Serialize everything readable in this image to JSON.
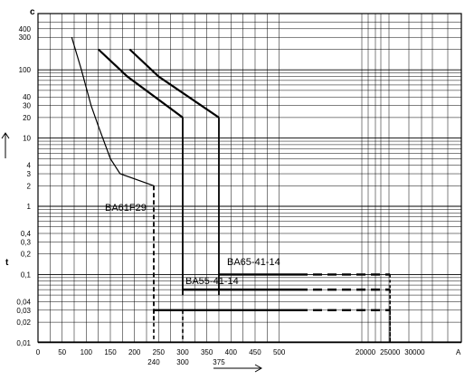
{
  "chart_data": {
    "type": "line",
    "title": "",
    "xlabel": "A",
    "ylabel": "t",
    "corner_label": "c",
    "x_scale": "piecewise-linear",
    "y_scale": "log",
    "ylim": [
      0.01,
      500
    ],
    "grid": true,
    "x_ticks": [
      "0",
      "50",
      "100",
      "150",
      "200",
      "250",
      "300",
      "350",
      "400",
      "450",
      "500",
      "20000",
      "25000",
      "30000"
    ],
    "x_sublabels": [
      "240",
      "300",
      "375"
    ],
    "y_ticks": [
      "400",
      "300",
      "100",
      "40",
      "30",
      "20",
      "10",
      "4",
      "3",
      "2",
      "1",
      "0,4",
      "0,3",
      "0,2",
      "t",
      "0,1",
      "0,04",
      "0,03",
      "0,02",
      "0,01"
    ],
    "series": [
      {
        "name": "BA61F29",
        "style": "solid",
        "x": [
          70,
          90,
          110,
          125,
          150,
          170,
          240,
          240,
          240,
          25000
        ],
        "y": [
          300,
          100,
          30,
          15,
          5,
          3,
          2,
          0.02,
          0.03,
          0.03
        ]
      },
      {
        "name": "BA55-41-14",
        "style": "solid",
        "x": [
          125,
          185,
          300,
          300,
          300,
          25000
        ],
        "y": [
          200,
          80,
          20,
          0.05,
          0.06,
          0.06
        ]
      },
      {
        "name": "BA65-41-14",
        "style": "solid",
        "x": [
          190,
          250,
          375,
          375,
          375,
          25000
        ],
        "y": [
          200,
          80,
          20,
          0.05,
          0.1,
          0.1
        ]
      }
    ],
    "annotations": [
      "BA61F29",
      "BA55-41-14",
      "BA65-41-14"
    ]
  },
  "colors": {
    "line": "#000000",
    "grid": "#000000",
    "background": "#ffffff"
  }
}
